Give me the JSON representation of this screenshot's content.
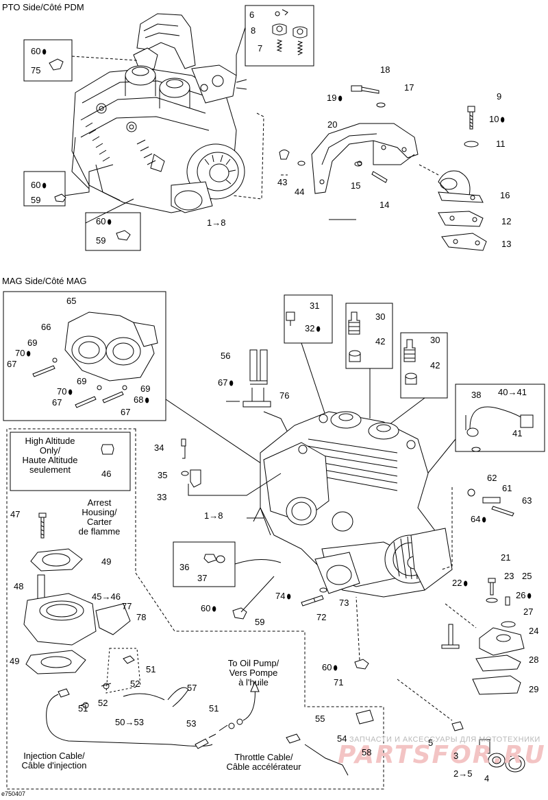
{
  "sections": {
    "pto": "PTO Side/Côté PDM",
    "mag": "MAG Side/Côté MAG"
  },
  "notes": {
    "high_altitude": "High Altitude\nOnly/\nHaute Altitude\nseulement",
    "arrest_housing": "Arrest\nHousing/\nCarter\nde flamme",
    "to_oil_pump": "To Oil Pump/\nVers Pompe\nà l'huile",
    "injection_cable": "Injection Cable/\nCâble d'injection",
    "throttle_cable": "Throttle Cable/\nCâble accélérateur"
  },
  "callouts": [
    {
      "id": "c6a",
      "label": "6"
    },
    {
      "id": "c8a",
      "label": "8"
    },
    {
      "id": "c7a",
      "label": "7"
    },
    {
      "id": "c60a",
      "label": "60",
      "drop": true
    },
    {
      "id": "c75",
      "label": "75"
    },
    {
      "id": "c18",
      "label": "18"
    },
    {
      "id": "c19",
      "label": "19",
      "drop": true
    },
    {
      "id": "c17",
      "label": "17"
    },
    {
      "id": "c9",
      "label": "9"
    },
    {
      "id": "c10",
      "label": "10",
      "drop": true
    },
    {
      "id": "c20",
      "label": "20"
    },
    {
      "id": "c11",
      "label": "11"
    },
    {
      "id": "c60b",
      "label": "60",
      "drop": true
    },
    {
      "id": "c59a",
      "label": "59"
    },
    {
      "id": "c43",
      "label": "43"
    },
    {
      "id": "c44",
      "label": "44"
    },
    {
      "id": "c15",
      "label": "15"
    },
    {
      "id": "c14",
      "label": "14"
    },
    {
      "id": "c16",
      "label": "16"
    },
    {
      "id": "c60c",
      "label": "60",
      "drop": true
    },
    {
      "id": "c18b",
      "label": "1→8"
    },
    {
      "id": "c12",
      "label": "12"
    },
    {
      "id": "c59b",
      "label": "59"
    },
    {
      "id": "c13",
      "label": "13"
    },
    {
      "id": "c65",
      "label": "65"
    },
    {
      "id": "c31",
      "label": "31"
    },
    {
      "id": "c66",
      "label": "66"
    },
    {
      "id": "c32",
      "label": "32",
      "drop": true
    },
    {
      "id": "c30a",
      "label": "30"
    },
    {
      "id": "c69a",
      "label": "69"
    },
    {
      "id": "c70a",
      "label": "70",
      "drop": true
    },
    {
      "id": "c42a",
      "label": "42"
    },
    {
      "id": "c67a",
      "label": "67"
    },
    {
      "id": "c30b",
      "label": "30"
    },
    {
      "id": "c56",
      "label": "56"
    },
    {
      "id": "c69b",
      "label": "69"
    },
    {
      "id": "c42b",
      "label": "42"
    },
    {
      "id": "c67b",
      "label": "67",
      "drop": true
    },
    {
      "id": "c70b",
      "label": "70",
      "drop": true
    },
    {
      "id": "c69c",
      "label": "69"
    },
    {
      "id": "c76",
      "label": "76"
    },
    {
      "id": "c67c",
      "label": "67"
    },
    {
      "id": "c68",
      "label": "68",
      "drop": true
    },
    {
      "id": "c67d",
      "label": "67"
    },
    {
      "id": "c38",
      "label": "38"
    },
    {
      "id": "c40",
      "label": "40→41"
    },
    {
      "id": "c34",
      "label": "34"
    },
    {
      "id": "c41",
      "label": "41"
    },
    {
      "id": "c35",
      "label": "35"
    },
    {
      "id": "c46",
      "label": "46"
    },
    {
      "id": "c33",
      "label": "33"
    },
    {
      "id": "c62",
      "label": "62"
    },
    {
      "id": "c61",
      "label": "61"
    },
    {
      "id": "c47",
      "label": "47"
    },
    {
      "id": "c18c",
      "label": "1→8"
    },
    {
      "id": "c63",
      "label": "63"
    },
    {
      "id": "c64",
      "label": "64",
      "drop": true
    },
    {
      "id": "c49a",
      "label": "49"
    },
    {
      "id": "c36",
      "label": "36"
    },
    {
      "id": "c37",
      "label": "37"
    },
    {
      "id": "c21",
      "label": "21"
    },
    {
      "id": "c48",
      "label": "48"
    },
    {
      "id": "c23",
      "label": "23"
    },
    {
      "id": "c25",
      "label": "25"
    },
    {
      "id": "c22",
      "label": "22",
      "drop": true
    },
    {
      "id": "c26",
      "label": "26",
      "drop": true
    },
    {
      "id": "c4546",
      "label": "45→46"
    },
    {
      "id": "c74",
      "label": "74",
      "drop": true
    },
    {
      "id": "c73",
      "label": "73"
    },
    {
      "id": "c77",
      "label": "77"
    },
    {
      "id": "c60d",
      "label": "60",
      "drop": true
    },
    {
      "id": "c59c",
      "label": "59"
    },
    {
      "id": "c72",
      "label": "72"
    },
    {
      "id": "c27",
      "label": "27"
    },
    {
      "id": "c78",
      "label": "78"
    },
    {
      "id": "c24",
      "label": "24"
    },
    {
      "id": "c49b",
      "label": "49"
    },
    {
      "id": "c51a",
      "label": "51"
    },
    {
      "id": "c28",
      "label": "28"
    },
    {
      "id": "c60e",
      "label": "60",
      "drop": true
    },
    {
      "id": "c52a",
      "label": "52"
    },
    {
      "id": "c57",
      "label": "57"
    },
    {
      "id": "c71",
      "label": "71"
    },
    {
      "id": "c29",
      "label": "29"
    },
    {
      "id": "c51b",
      "label": "51"
    },
    {
      "id": "c52b",
      "label": "52"
    },
    {
      "id": "c51c",
      "label": "51"
    },
    {
      "id": "c5053",
      "label": "50→53"
    },
    {
      "id": "c53",
      "label": "53"
    },
    {
      "id": "c55",
      "label": "55"
    },
    {
      "id": "c54",
      "label": "54"
    },
    {
      "id": "c5",
      "label": "5"
    },
    {
      "id": "c58",
      "label": "58"
    },
    {
      "id": "c3",
      "label": "3"
    },
    {
      "id": "c25b",
      "label": "2→5"
    },
    {
      "id": "c4",
      "label": "4"
    }
  ],
  "watermark": "ЗАПЧАСТИ И АКСЕССУАРЫ ДЛЯ МОТОТЕХНИКИ",
  "logo": "PARTSFOR.RU",
  "drawing_code": "e750407"
}
